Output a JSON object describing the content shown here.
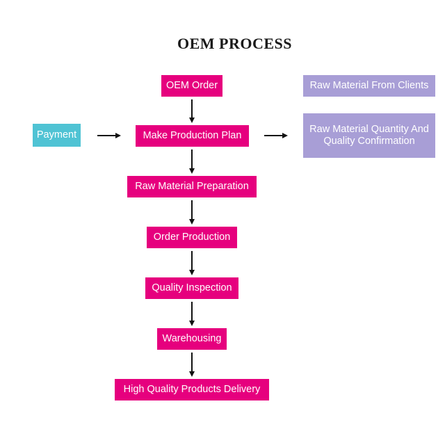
{
  "title": "OEM PROCESS",
  "nodes": {
    "oem_order": "OEM Order",
    "make_plan": "Make Production Plan",
    "raw_prep": "Raw Material Preparation",
    "order_production": "Order Production",
    "quality_inspection": "Quality Inspection",
    "warehousing": "Warehousing",
    "delivery": "High Quality Products Delivery",
    "payment": "Payment",
    "raw_from_clients": "Raw Material From Clients",
    "raw_confirmation": "Raw Material Quantity And Quality Confirmation"
  },
  "colors": {
    "main_step": "#e6007e",
    "payment": "#4fc3d4",
    "client_material": "#a89ed6",
    "arrow": "#111111"
  }
}
